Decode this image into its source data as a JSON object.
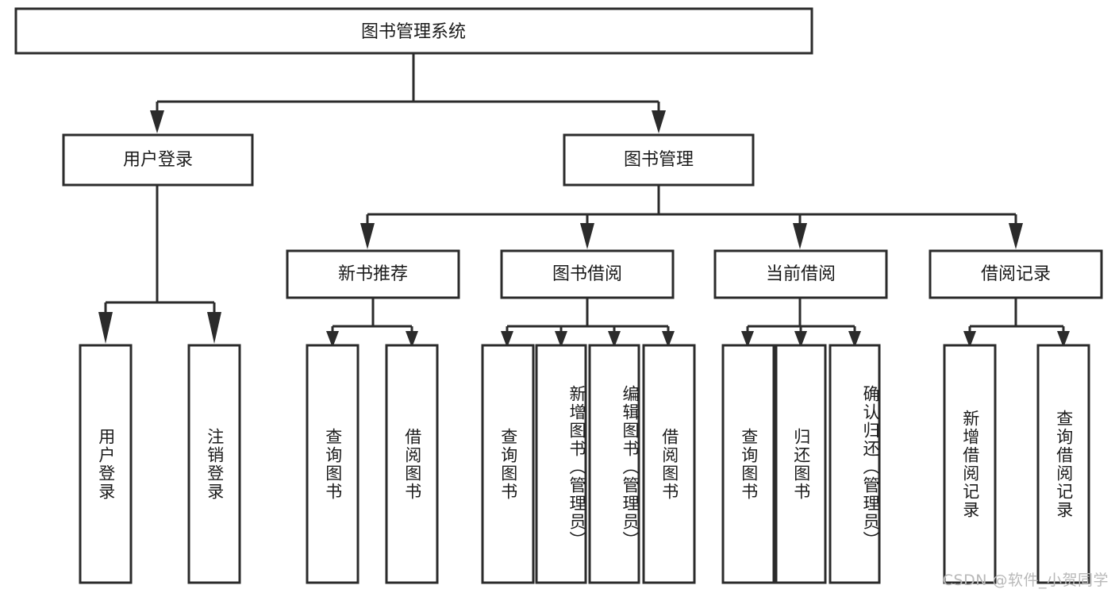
{
  "diagram": {
    "type": "tree",
    "title": "图书管理系统",
    "orientation": "top-down",
    "colors": {
      "background": "#ffffff",
      "node_fill": "#ffffff",
      "node_stroke": "#2b2b2b",
      "connector": "#2b2b2b",
      "text": "#1b1b1b",
      "watermark": "#b9b9b9"
    },
    "root": {
      "label": "图书管理系统"
    },
    "level2": [
      {
        "label": "用户登录"
      },
      {
        "label": "图书管理"
      }
    ],
    "level3": [
      {
        "label": "新书推荐"
      },
      {
        "label": "图书借阅"
      },
      {
        "label": "当前借阅"
      },
      {
        "label": "借阅记录"
      }
    ],
    "leaves": {
      "user_login": [
        {
          "label": "用户登录"
        },
        {
          "label": "注销登录"
        }
      ],
      "new_book_recommend": [
        {
          "label": "查询图书"
        },
        {
          "label": "借阅图书"
        }
      ],
      "book_borrow": [
        {
          "label": "查询图书"
        },
        {
          "label": "新增图书（管理员）"
        },
        {
          "label": "编辑图书（管理员）"
        },
        {
          "label": "借阅图书"
        }
      ],
      "current_borrow": [
        {
          "label": "查询图书"
        },
        {
          "label": "归还图书"
        },
        {
          "label": "确认归还（管理员）"
        }
      ],
      "borrow_record": [
        {
          "label": "新增借阅记录"
        },
        {
          "label": "查询借阅记录"
        }
      ]
    }
  },
  "watermark": {
    "text": "CSDN @软件_小贺同学"
  }
}
